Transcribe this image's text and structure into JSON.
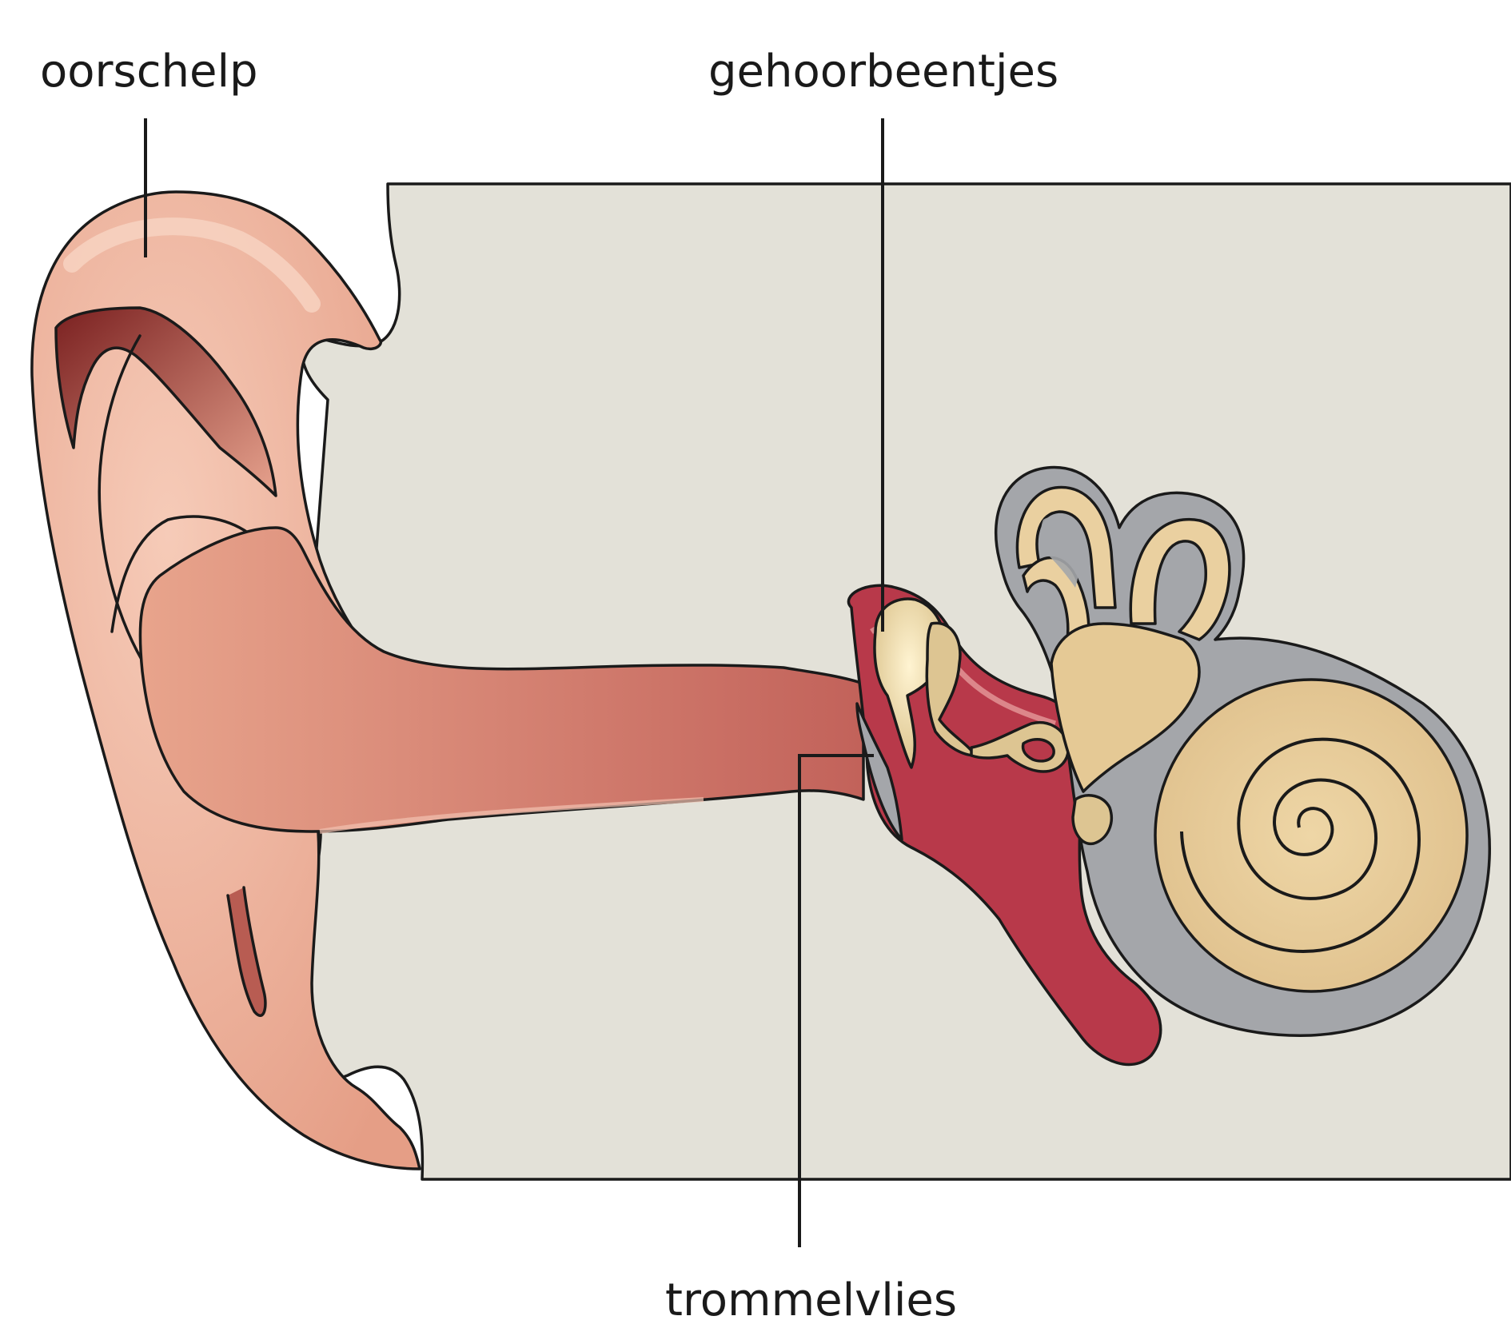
{
  "labels": {
    "pinna": "oorschelp",
    "ossicles": "gehoorbeentjes",
    "eardrum": "trommelvlies"
  },
  "colors": {
    "background": "#ffffff",
    "head_section": "#e3e1d8",
    "skin": "#e9a48f",
    "skin_light": "#f4c3b0",
    "canal_dark": "#c2625a",
    "middle_ear": "#b8394a",
    "bone": "#ead0a0",
    "bone_dark": "#d9b784",
    "bone_casing": "#a4a6aa",
    "outline": "#1a1a1a"
  }
}
